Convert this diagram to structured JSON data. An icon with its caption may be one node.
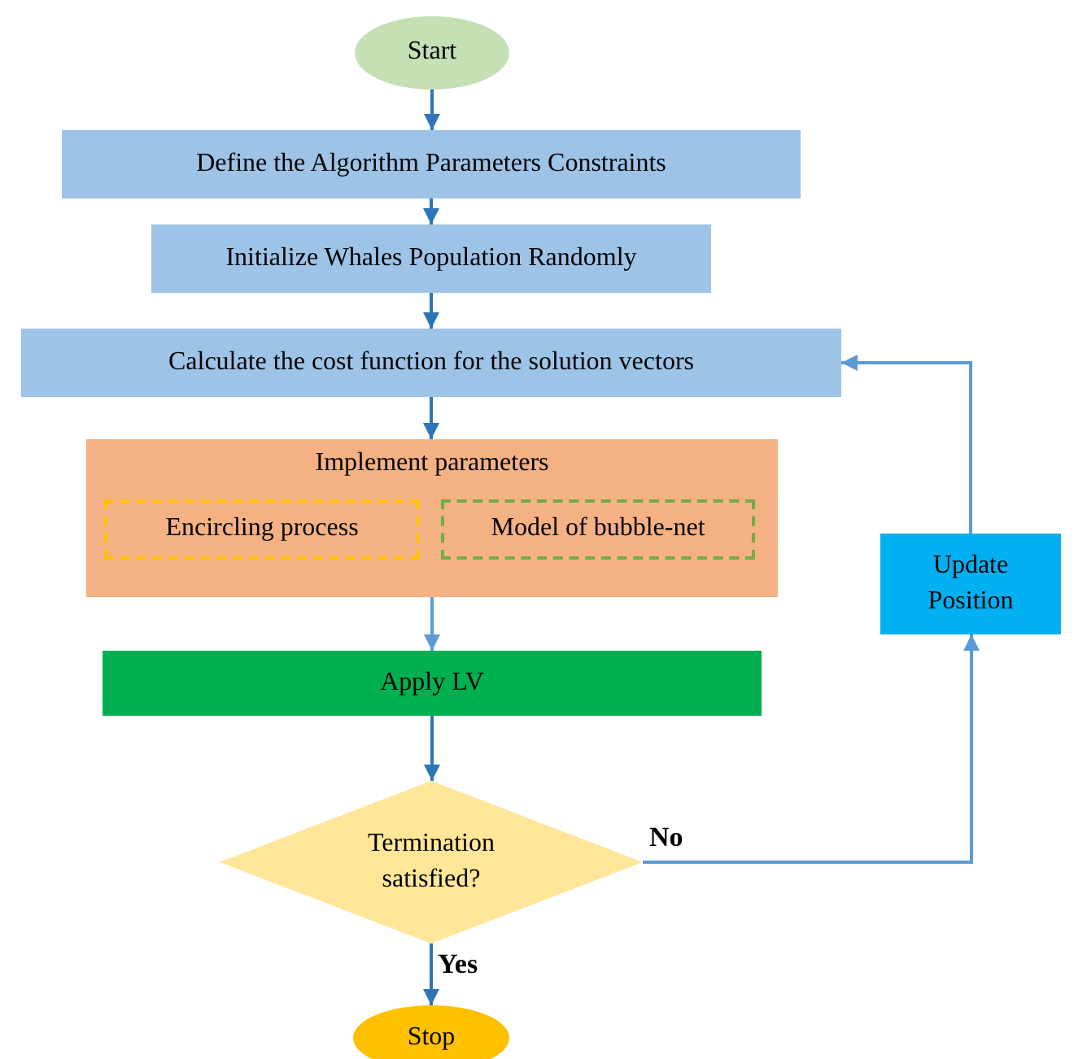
{
  "diagram": {
    "nodes": [
      {
        "text": [
          "Start"
        ]
      },
      {
        "text": [
          "Define the Algorithm Parameters Constraints"
        ]
      },
      {
        "text": [
          "Initialize Whales Population Randomly"
        ]
      },
      {
        "text": [
          "Calculate the cost function for the solution vectors"
        ]
      },
      {
        "text": [
          "Implement parameters"
        ]
      },
      {
        "text": [
          "Encircling process"
        ],
        "in": 4
      },
      {
        "text": [
          "Model of bubble-net"
        ],
        "in": 4
      },
      {
        "text": [
          "Apply LV"
        ]
      },
      {
        "text": [
          "Termination satisfied?"
        ]
      },
      {
        "text": [
          "Stop"
        ]
      },
      {
        "text": [
          "Update Position"
        ]
      }
    ],
    "edges": [
      {
        "from": 0,
        "to": 1,
        "arrow": "to"
      },
      {
        "from": 1,
        "to": 2,
        "arrow": "to"
      },
      {
        "from": 2,
        "to": 3,
        "arrow": "to"
      },
      {
        "from": 3,
        "to": 4,
        "arrow": "to"
      },
      {
        "from": 4,
        "to": 7,
        "arrow": "to",
        "color": "#5b9bd5"
      },
      {
        "from": 7,
        "to": 8,
        "arrow": "to"
      },
      {
        "from": 8,
        "to": 9,
        "arrow": "to",
        "label": "Yes"
      },
      {
        "from": 8,
        "to": 10,
        "arrow": "to",
        "label": "No",
        "color": "#5b9bd5"
      },
      {
        "from": 10,
        "to": 3,
        "arrow": "to",
        "color": "#5b9bd5"
      }
    ]
  }
}
